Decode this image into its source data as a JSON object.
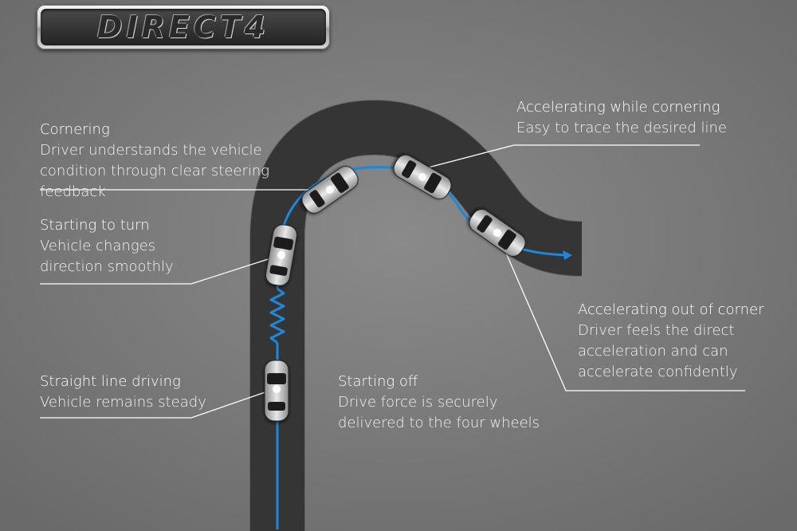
{
  "logo": {
    "text": "DIRECT4"
  },
  "colors": {
    "background": "#7a7a7a",
    "road": "#3a3a3a",
    "path": "#1f87d9",
    "leader_line": "#ffffff"
  },
  "callouts": {
    "cornering": {
      "title": "Cornering",
      "description": "Driver understands the vehicle condition through clear steering feedback"
    },
    "accelerating_while_cornering": {
      "title": "Accelerating while cornering",
      "description": "Easy to trace the desired line"
    },
    "starting_to_turn": {
      "title": "Starting to turn",
      "description": "Vehicle changes direction smoothly"
    },
    "accelerating_out_of_corner": {
      "title": "Accelerating out of corner",
      "description": "Driver feels the direct acceleration and can accelerate confidently"
    },
    "straight_line_driving": {
      "title": "Straight line driving",
      "description": "Vehicle remains steady"
    },
    "starting_off": {
      "title": "Starting off",
      "description": "Drive force is securely delivered to the four wheels"
    }
  }
}
